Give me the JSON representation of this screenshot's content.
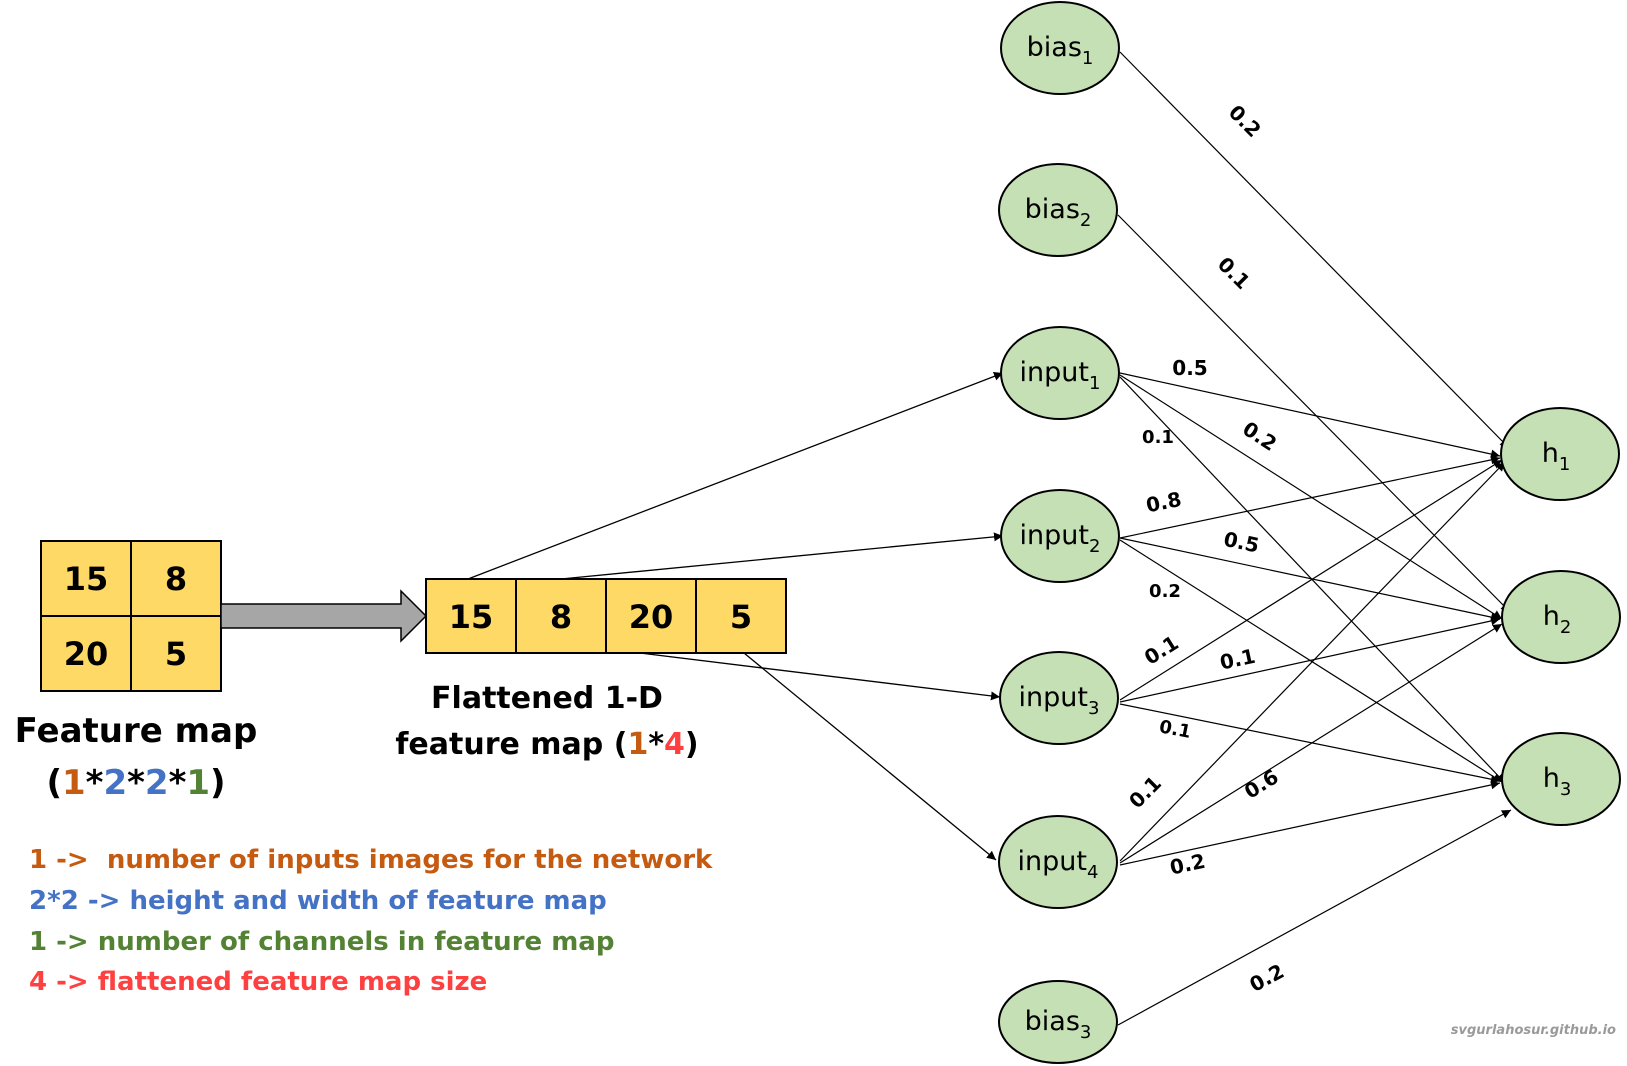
{
  "colors": {
    "cell_fill": "#ffd966",
    "node_fill": "#c5e0b4",
    "arrow_fill": "#a6a6a6",
    "orange": "#c55a11",
    "blue": "#4472c4",
    "green": "#548235",
    "red": "#ff4040"
  },
  "feature_map": {
    "cells": [
      "15",
      "8",
      "20",
      "5"
    ],
    "title": "Feature map",
    "dims": {
      "open": "(",
      "d1": "1",
      "s1": "*",
      "d2": "2",
      "s2": "*",
      "d3": "2",
      "s3": "*",
      "d4": "1",
      "close": ")"
    }
  },
  "flattened": {
    "cells": [
      "15",
      "8",
      "20",
      "5"
    ],
    "title_line1": "Flattened 1-D",
    "title_line2_prefix": "feature map (",
    "d1": "1",
    "star": "*",
    "d2": "4",
    "close": ")"
  },
  "nodes": {
    "bias1": {
      "base": "bias",
      "sub": "1"
    },
    "bias2": {
      "base": "bias",
      "sub": "2"
    },
    "bias3": {
      "base": "bias",
      "sub": "3"
    },
    "input1": {
      "base": "input",
      "sub": "1"
    },
    "input2": {
      "base": "input",
      "sub": "2"
    },
    "input3": {
      "base": "input",
      "sub": "3"
    },
    "input4": {
      "base": "input",
      "sub": "4"
    },
    "h1": {
      "base": "h",
      "sub": "1"
    },
    "h2": {
      "base": "h",
      "sub": "2"
    },
    "h3": {
      "base": "h",
      "sub": "3"
    }
  },
  "weights": {
    "bias1_h1": "0.2",
    "bias2_h2": "0.1",
    "input1_h1": "0.5",
    "input1_h2": "0.2",
    "input1_h3": "0.1",
    "input2_h1": "0.8",
    "input2_h2": "0.5",
    "input2_h3": "0.2",
    "input3_h1": "0.1",
    "input3_h2": "0.1",
    "input3_h3": "0.1",
    "input4_h1": "0.1",
    "input4_h2": "0.6",
    "input4_h3": "0.2",
    "bias3_h3": "0.2"
  },
  "legend": [
    {
      "text": "1 ->  number of inputs images for the network",
      "color": "#c55a11"
    },
    {
      "text": "2*2 -> height and width of feature map",
      "color": "#4472c4"
    },
    {
      "text": "1 -> number of channels in feature map",
      "color": "#548235"
    },
    {
      "text": "4 -> flattened feature map size",
      "color": "#ff4040"
    }
  ],
  "watermark": "svgurlahosur.github.io"
}
